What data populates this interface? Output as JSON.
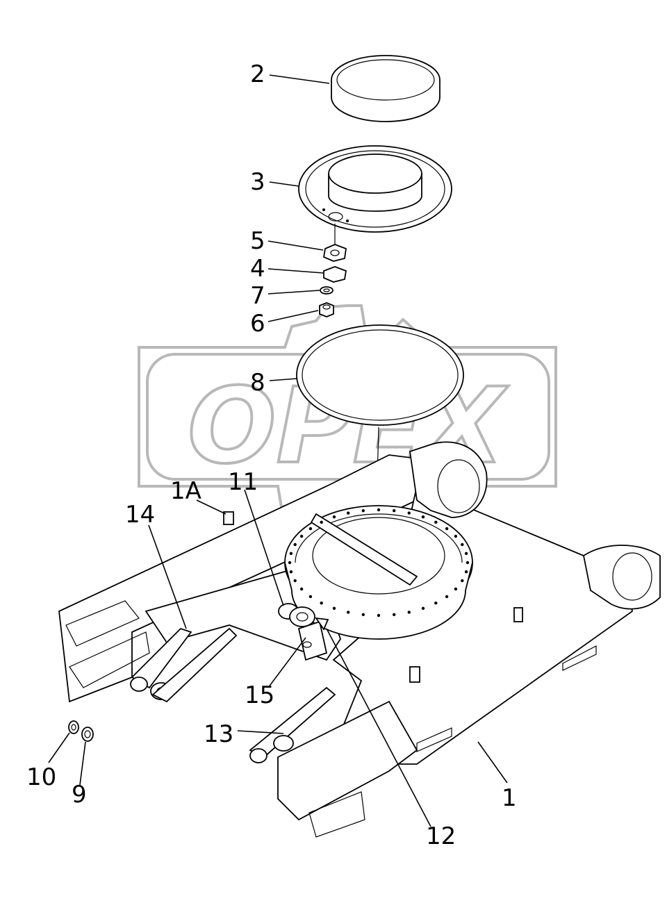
{
  "watermark": {
    "text": "OPEX"
  },
  "callouts": {
    "c1": "1",
    "c1a": "1A",
    "c2": "2",
    "c3": "3",
    "c4": "4",
    "c5": "5",
    "c6": "6",
    "c7": "7",
    "c8": "8",
    "c9": "9",
    "c10": "10",
    "c11": "11",
    "c12": "12",
    "c13": "13",
    "c14": "14",
    "c15": "15"
  }
}
